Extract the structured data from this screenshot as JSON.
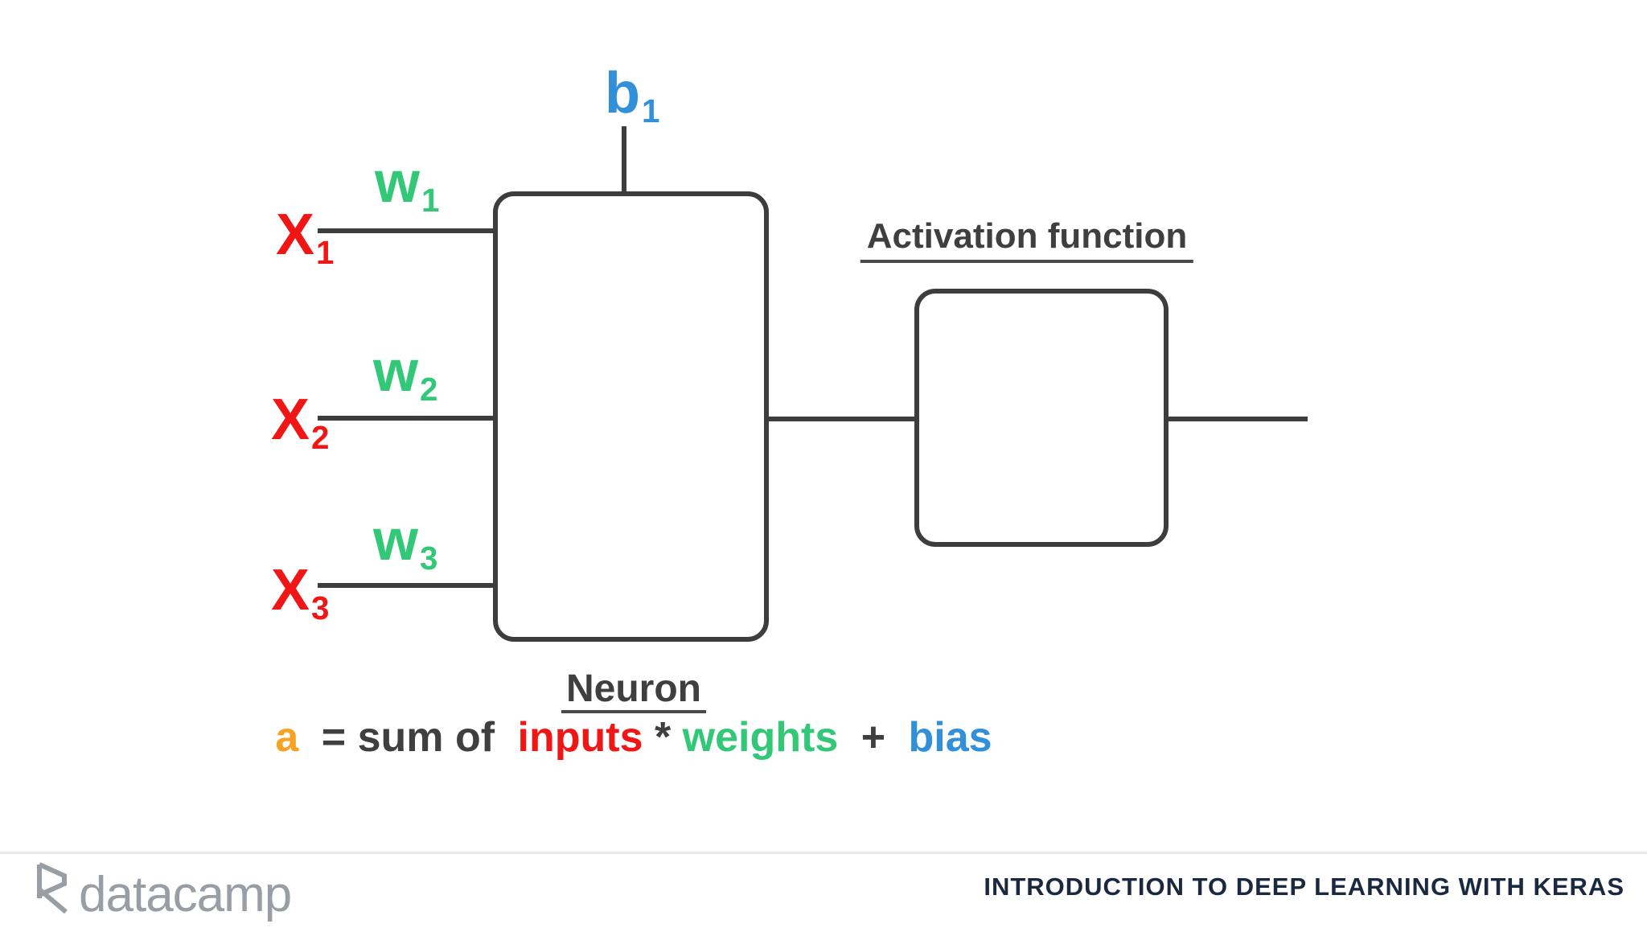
{
  "diagram": {
    "bias": {
      "base": "b",
      "sub": "1"
    },
    "inputs": [
      {
        "base": "X",
        "sub": "1"
      },
      {
        "base": "X",
        "sub": "2"
      },
      {
        "base": "X",
        "sub": "3"
      }
    ],
    "weights": [
      {
        "base": "w",
        "sub": "1"
      },
      {
        "base": "w",
        "sub": "2"
      },
      {
        "base": "w",
        "sub": "3"
      }
    ],
    "neuron_label": "Neuron",
    "activation_label": "Activation function",
    "equation": {
      "a": "a",
      "equals_sum_of": "= sum of",
      "inputs": "inputs",
      "asterisk": "*",
      "weights": "weights",
      "plus": "+",
      "bias": "bias"
    }
  },
  "footer": {
    "brand": "datacamp",
    "logo_icon": "datacamp-flag-icon",
    "course_title": "INTRODUCTION TO DEEP LEARNING WITH KERAS"
  },
  "colors": {
    "line_dark": "#3d3d3d",
    "text_dark": "#3f3f3f",
    "input_red": "#f01616",
    "weight_green": "#32c878",
    "bias_blue": "#3190d9",
    "activation_orange": "#f7a223",
    "title_navy": "#1b2940",
    "logo_gray": "#999da4",
    "divider_gray": "#e9e9e9"
  }
}
